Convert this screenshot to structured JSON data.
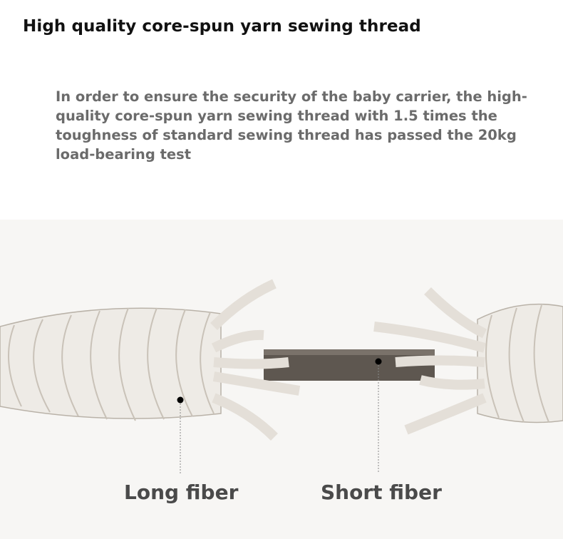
{
  "title": "High quality core-spun yarn sewing thread",
  "description": "In order to ensure the security of the baby carrier, the high-quality core-spun yarn sewing thread with 1.5 times the toughness of standard sewing thread has passed the 20kg load-bearing test",
  "labels": {
    "long_fiber": "Long fiber",
    "short_fiber": "Short fiber"
  },
  "colors": {
    "fiber": "#eeebe6",
    "fiber_outline": "#b9b2a8",
    "core": "#6a635b",
    "panel_bg": "#f7f6f4"
  }
}
